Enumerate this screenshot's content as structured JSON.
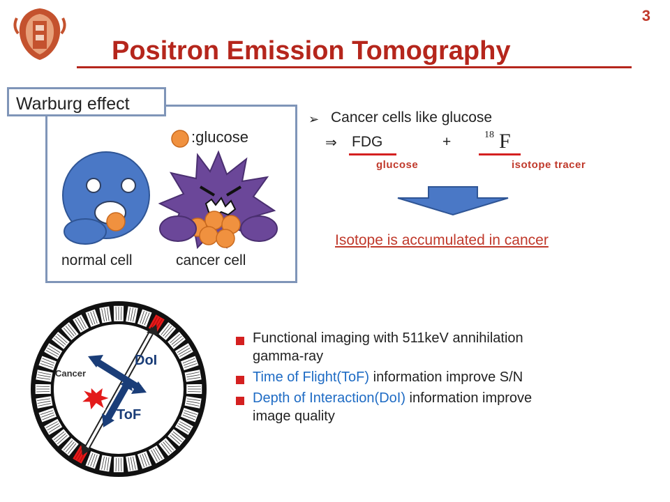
{
  "page_number": "3",
  "title": "Positron Emission Tomography",
  "warburg": {
    "label": "Warburg effect",
    "glucose_legend": ":glucose",
    "normal_cell_label": "normal cell",
    "cancer_cell_label": "cancer cell"
  },
  "fdg": {
    "bullet": "Cancer cells like glucose",
    "arrow_symbol": "⇒",
    "fdg_label": "FDG",
    "plus": "+",
    "isotope_sup": "18",
    "isotope_symbol": "F",
    "glucose_caption": "glucose",
    "tracer_caption": "isotope tracer",
    "result": "Isotope is accumulated in cancer"
  },
  "pet_ring": {
    "cancer_label": "Cancer",
    "doi_label": "DoI",
    "tof_label": "ToF"
  },
  "bullets": [
    {
      "prefix": "",
      "line1": "Functional imaging with 511keV annihilation",
      "line2": "gamma-ray"
    },
    {
      "prefix": "Time of Flight(ToF)",
      "line1": " information improve S/N",
      "line2": ""
    },
    {
      "prefix": "Depth of Interaction(DoI)",
      "line1": " information improve",
      "line2": "image quality"
    }
  ],
  "colors": {
    "title_red": "#b5261c",
    "accent_blue": "#1e6bc4",
    "cell_blue": "#4a78c6",
    "glucose_orange": "#f0913f",
    "cancer_purple": "#6b4799",
    "box_border": "#7f95b8"
  }
}
